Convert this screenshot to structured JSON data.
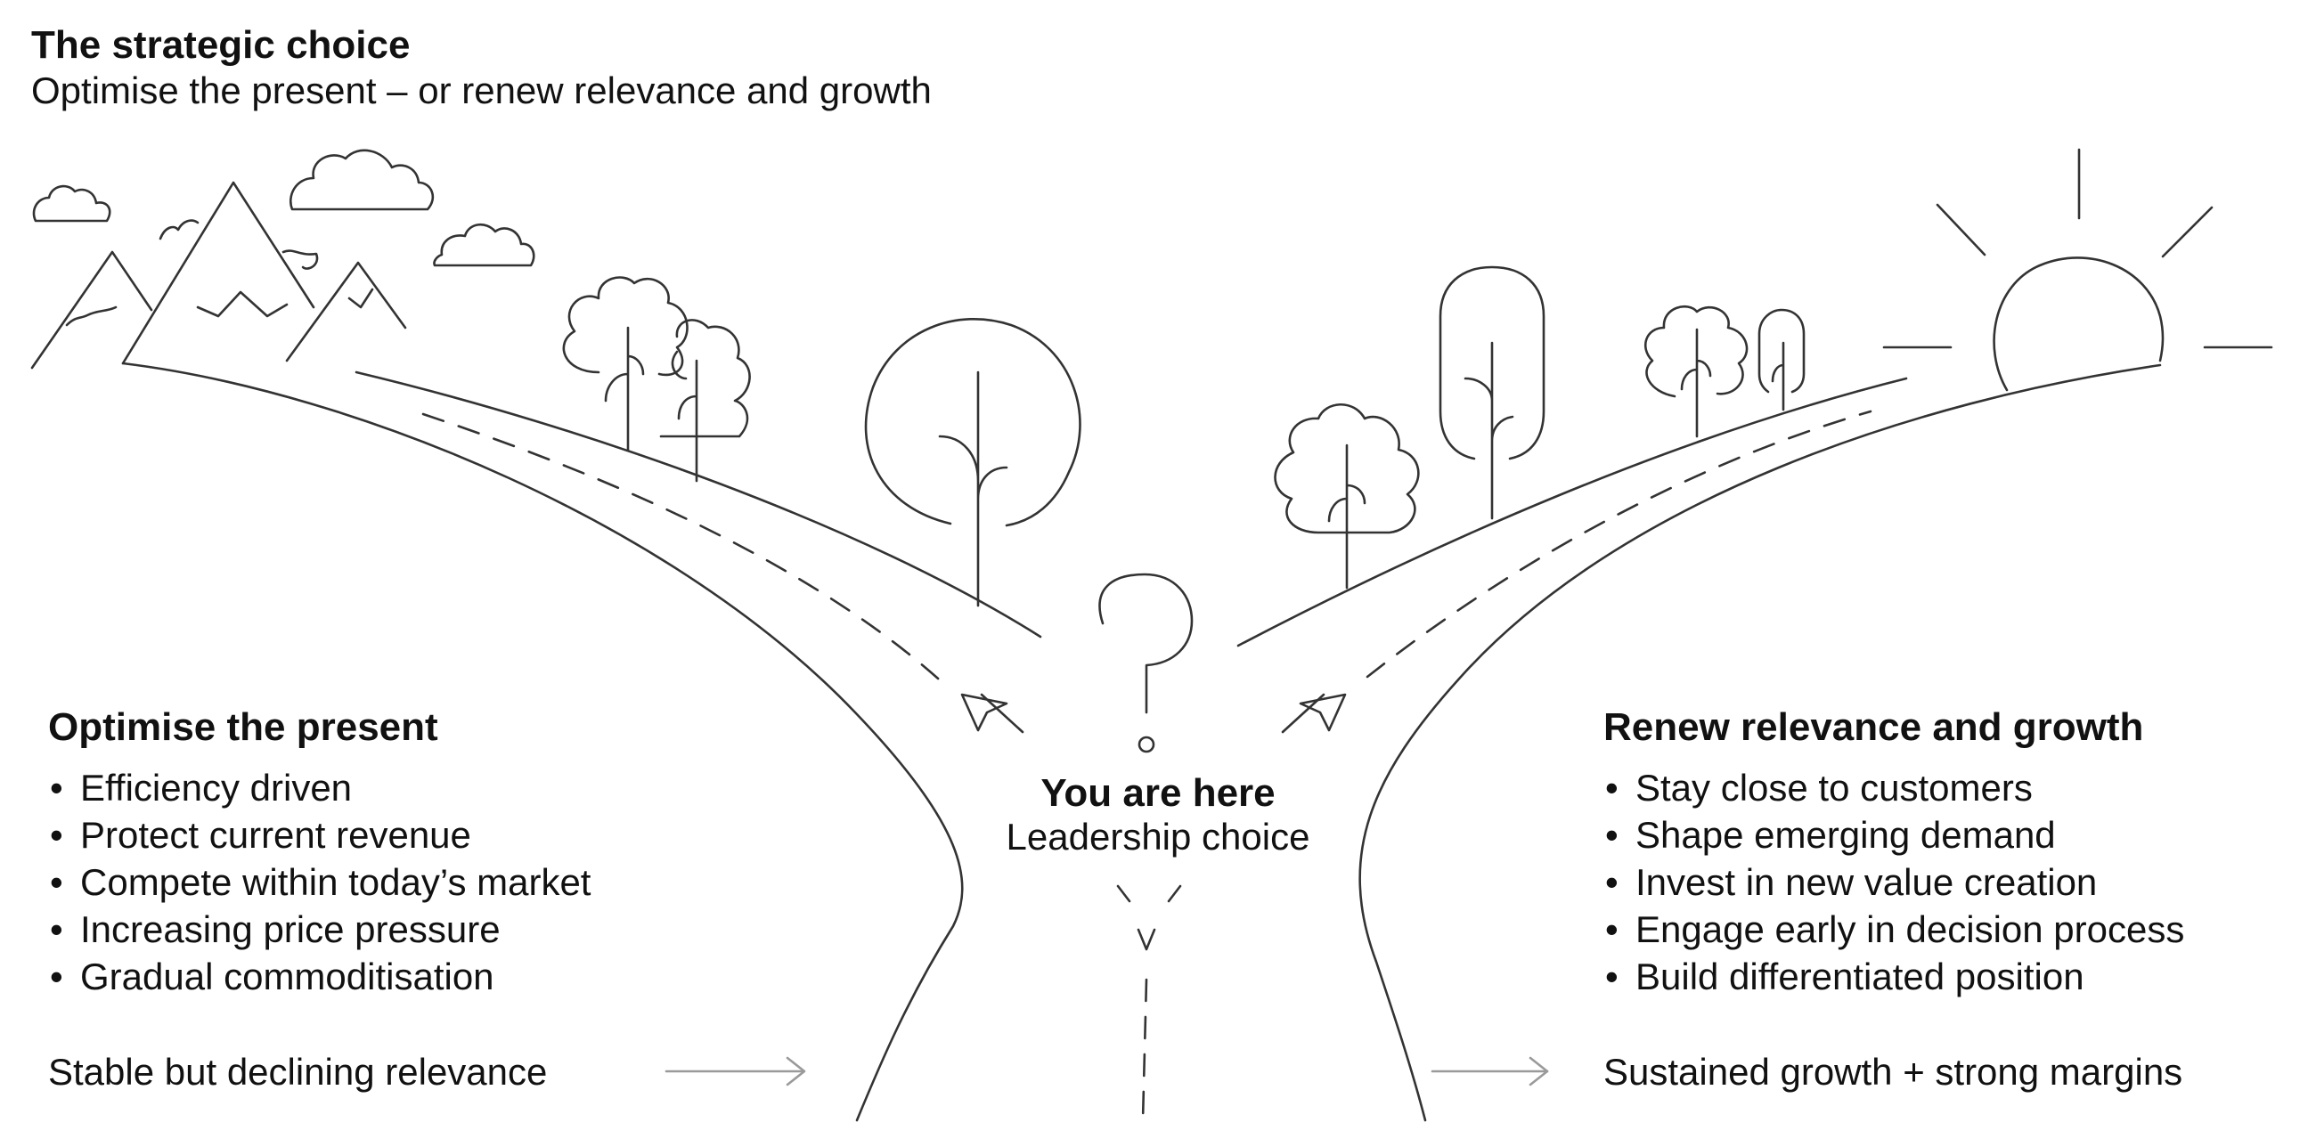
{
  "title": "The strategic choice",
  "subtitle": "Optimise the present – or renew relevance and growth",
  "left_path": {
    "heading": "Optimise the present",
    "bullets": [
      "Efficiency driven",
      "Protect current revenue",
      "Compete within today’s market",
      "Increasing price pressure",
      "Gradual commoditisation"
    ],
    "outcome": "Stable but declining relevance"
  },
  "center": {
    "heading": "You are here",
    "subheading": "Leadership choice"
  },
  "right_path": {
    "heading": "Renew relevance and growth",
    "bullets": [
      "Stay close to customers",
      "Shape emerging demand",
      "Invest in new value creation",
      "Engage early in decision process",
      "Build differentiated position"
    ],
    "outcome": "Sustained growth + strong margins"
  },
  "colors": {
    "line": "#333333",
    "arrow_grey": "#9a9a9a",
    "text": "#111111"
  }
}
